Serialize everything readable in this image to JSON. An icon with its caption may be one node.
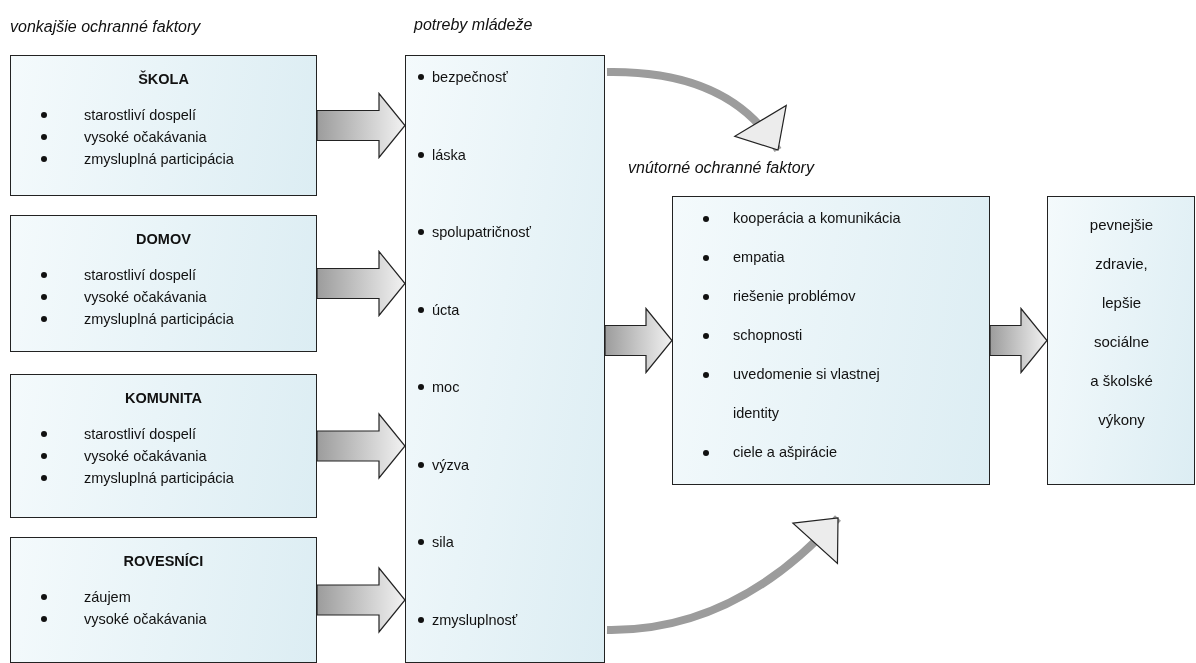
{
  "diagram": {
    "nodes": [
      {
        "text": [
          "ŠKOLA",
          "starostliví dospelí",
          "vysoké očakávania",
          "zmysluplná participácia"
        ]
      },
      {
        "text": [
          "DOMOV",
          "starostliví dospelí",
          "vysoké očakávania",
          "zmysluplná participácia"
        ]
      },
      {
        "text": [
          "KOMUNITA",
          "starostliví dospelí",
          "vysoké očakávania",
          "zmysluplná participácia"
        ]
      },
      {
        "text": [
          "ROVESNÍCI",
          "záujem",
          "vysoké očakávania"
        ]
      },
      {
        "text": [
          "potreby mládeže",
          "bezpečnosť",
          "láska",
          "spolupatričnosť",
          "úcta",
          "moc",
          "výzva",
          "sila",
          "zmysluplnosť"
        ]
      },
      {
        "text": [
          "vnútorné ochranné faktory",
          "kooperácia a komunikácia",
          "empatia",
          "riešenie problémov",
          "schopnosti",
          "uvedomenie si vlastnej identity",
          "ciele a ašpirácie"
        ]
      },
      {
        "text": [
          "pevnejšie zdravie, lepšie sociálne a školské výkony"
        ]
      }
    ],
    "edges": [
      {
        "from": 0,
        "to": 4,
        "arrow": "to"
      },
      {
        "from": 1,
        "to": 4,
        "arrow": "to"
      },
      {
        "from": 2,
        "to": 4,
        "arrow": "to"
      },
      {
        "from": 3,
        "to": 4,
        "arrow": "to"
      },
      {
        "from": 4,
        "to": 5,
        "arrow": "to"
      },
      {
        "from": 5,
        "to": 6,
        "arrow": "to"
      },
      {
        "from": 4,
        "to": 5,
        "arrow": "to"
      },
      {
        "from": 4,
        "to": 5,
        "arrow": "to"
      }
    ],
    "labels": [
      "vonkajšie ochranné faktory"
    ]
  }
}
